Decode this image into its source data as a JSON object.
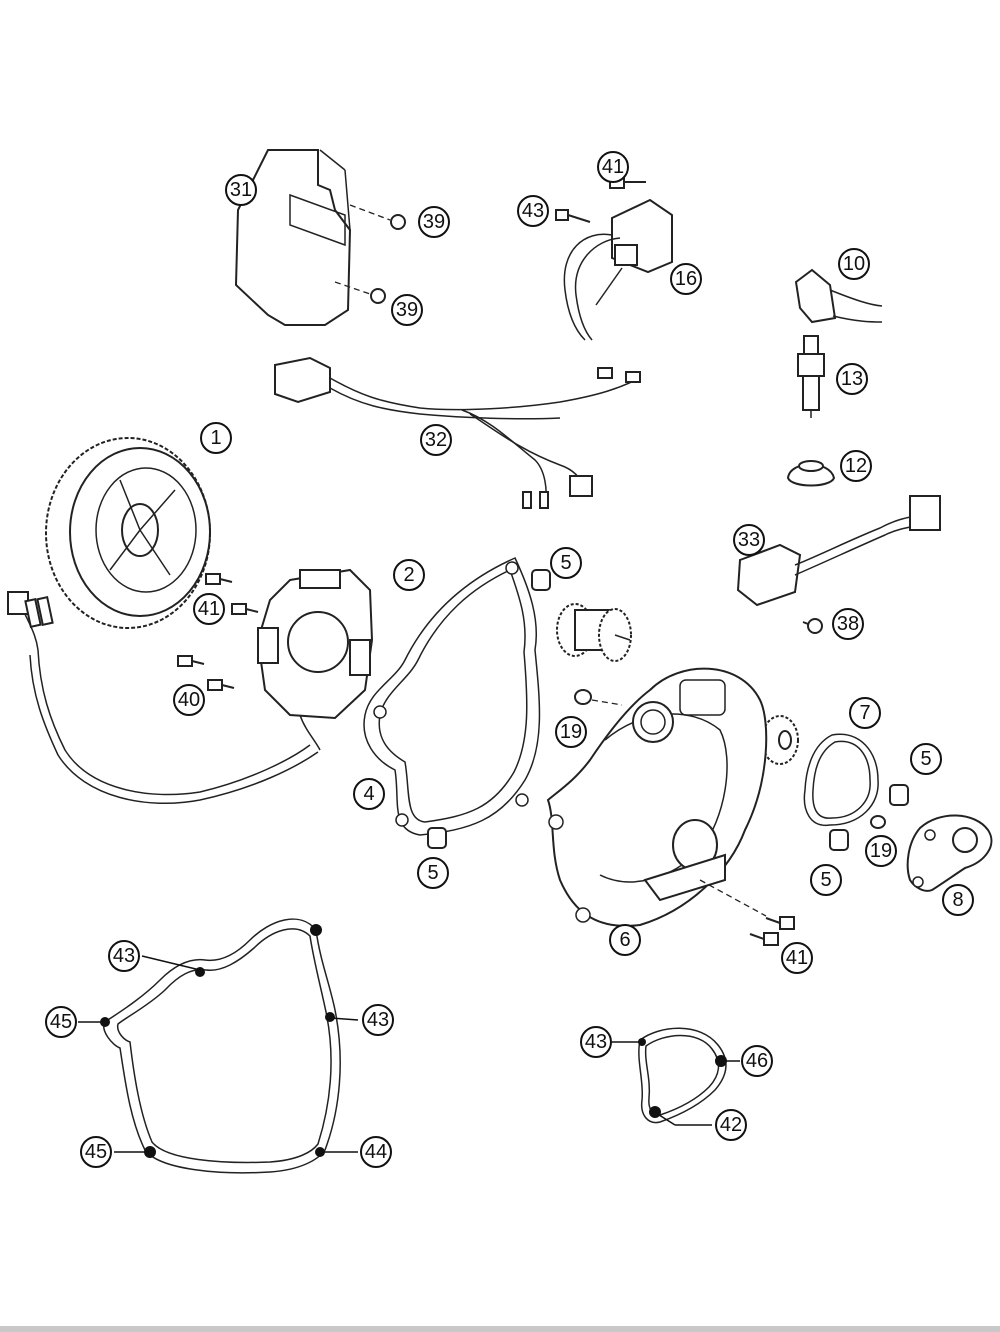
{
  "callouts": {
    "c1": "1",
    "c2": "2",
    "c4": "4",
    "c5a": "5",
    "c5b": "5",
    "c5c": "5",
    "c5d": "5",
    "c6": "6",
    "c7": "7",
    "c8": "8",
    "c10": "10",
    "c12": "12",
    "c13": "13",
    "c16": "16",
    "c19a": "19",
    "c19b": "19",
    "c31": "31",
    "c32": "32",
    "c33": "33",
    "c38": "38",
    "c39a": "39",
    "c39b": "39",
    "c40": "40",
    "c41a": "41",
    "c41b": "41",
    "c41c": "41",
    "c42": "42",
    "c43a": "43",
    "c43b": "43",
    "c43c": "43",
    "c43d": "43",
    "c44": "44",
    "c45a": "45",
    "c45b": "45",
    "c46": "46"
  }
}
